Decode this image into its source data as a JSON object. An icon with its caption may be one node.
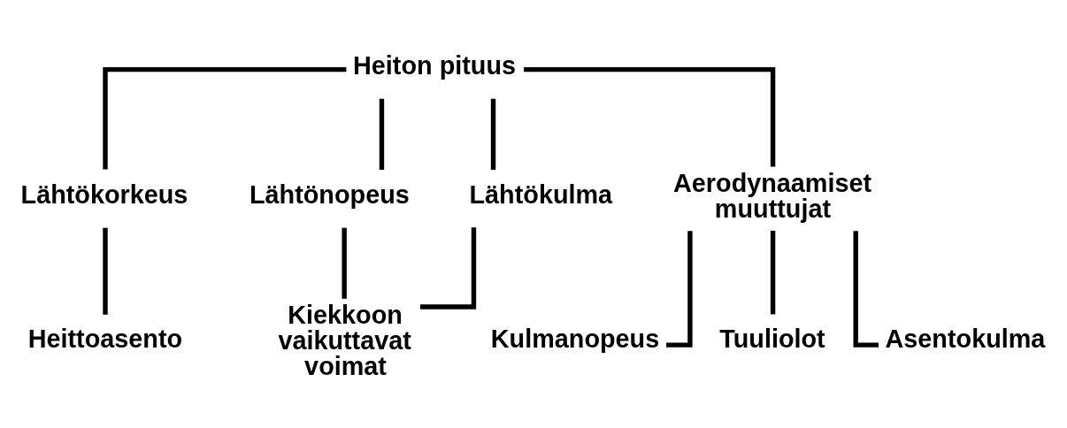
{
  "diagram": {
    "nodes": [
      {
        "text": [
          "Heiton pituus"
        ]
      },
      {
        "text": [
          "Lähtökorkeus"
        ]
      },
      {
        "text": [
          "Lähtönopeus"
        ]
      },
      {
        "text": [
          "Lähtökulma"
        ]
      },
      {
        "text": [
          "Aerodynaamiset muuttujat"
        ]
      },
      {
        "text": [
          "Heittoasento"
        ]
      },
      {
        "text": [
          "Kiekkoon vaikuttavat voimat"
        ]
      },
      {
        "text": [
          "Kulmanopeus"
        ]
      },
      {
        "text": [
          "Tuuliolot"
        ]
      },
      {
        "text": [
          "Asentokulma"
        ]
      }
    ],
    "edges": [
      {
        "from": 0,
        "to": 1,
        "arrow": "none"
      },
      {
        "from": 0,
        "to": 2,
        "arrow": "none"
      },
      {
        "from": 0,
        "to": 3,
        "arrow": "none"
      },
      {
        "from": 0,
        "to": 4,
        "arrow": "none"
      },
      {
        "from": 1,
        "to": 5,
        "arrow": "none"
      },
      {
        "from": 2,
        "to": 6,
        "arrow": "none"
      },
      {
        "from": 3,
        "to": 6,
        "arrow": "none"
      },
      {
        "from": 4,
        "to": 7,
        "arrow": "none"
      },
      {
        "from": 4,
        "to": 8,
        "arrow": "none"
      },
      {
        "from": 4,
        "to": 9,
        "arrow": "none"
      }
    ]
  }
}
